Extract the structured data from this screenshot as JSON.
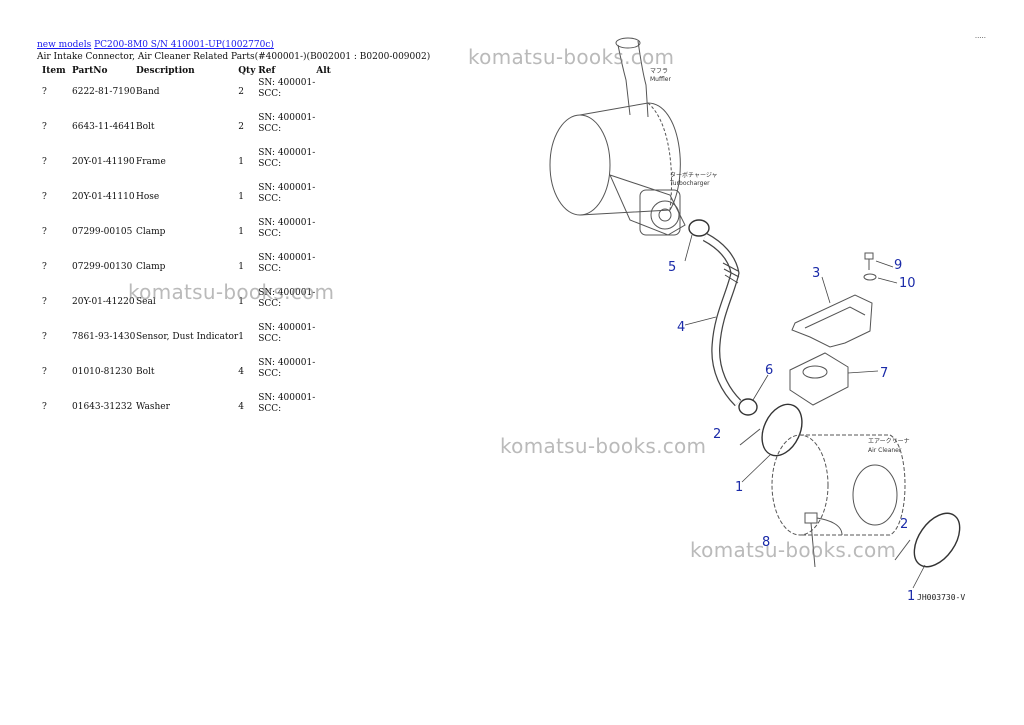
{
  "breadcrumb": {
    "link1": "new models",
    "link2": "PC200-8M0 S/N 410001-UP(1002770c)"
  },
  "subtitle": "Air Intake Connector, Air Cleaner Related Parts(#400001-)(B002001 : B0200-009002)",
  "page_corner": ".....",
  "table": {
    "headers": {
      "item": "Item",
      "partno": "PartNo",
      "description": "Description",
      "qty": "Qty",
      "ref": "Ref",
      "alt": "Alt"
    },
    "rows": [
      {
        "item": "?",
        "partno": "6222-81-7190",
        "description": "Band",
        "qty": "2",
        "ref": "SN: 400001-SCC:",
        "alt": ""
      },
      {
        "item": "?",
        "partno": "6643-11-4641",
        "description": "Bolt",
        "qty": "2",
        "ref": "SN: 400001-SCC:",
        "alt": ""
      },
      {
        "item": "?",
        "partno": "20Y-01-41190",
        "description": "Frame",
        "qty": "1",
        "ref": "SN: 400001-SCC:",
        "alt": ""
      },
      {
        "item": "?",
        "partno": "20Y-01-41110",
        "description": "Hose",
        "qty": "1",
        "ref": "SN: 400001-SCC:",
        "alt": ""
      },
      {
        "item": "?",
        "partno": "07299-00105",
        "description": "Clamp",
        "qty": "1",
        "ref": "SN: 400001-SCC:",
        "alt": ""
      },
      {
        "item": "?",
        "partno": "07299-00130",
        "description": "Clamp",
        "qty": "1",
        "ref": "SN: 400001-SCC:",
        "alt": ""
      },
      {
        "item": "?",
        "partno": "20Y-01-41220",
        "description": "Seal",
        "qty": "1",
        "ref": "SN: 400001-SCC:",
        "alt": ""
      },
      {
        "item": "?",
        "partno": "7861-93-1430",
        "description": "Sensor, Dust Indicator",
        "qty": "1",
        "ref": "SN: 400001-SCC:",
        "alt": ""
      },
      {
        "item": "?",
        "partno": "01010-81230",
        "description": "Bolt",
        "qty": "4",
        "ref": "SN: 400001-SCC:",
        "alt": ""
      },
      {
        "item": "?",
        "partno": "01643-31232",
        "description": "Washer",
        "qty": "4",
        "ref": "SN: 400001-SCC:",
        "alt": ""
      }
    ]
  },
  "watermark": "komatsu-books.com",
  "diagram": {
    "labels": {
      "muffler_jp": "マフラ",
      "muffler_en": "Muffler",
      "turbo_jp": "ターボチャージャ",
      "turbo_en": "Turbocharger",
      "cleaner_jp": "エアークリーナ",
      "cleaner_en": "Air Cleaner"
    },
    "callouts": [
      "9",
      "10",
      "3",
      "5",
      "4",
      "7",
      "6",
      "2",
      "1",
      "8",
      "2",
      "1"
    ],
    "drawing_id": "JH003730-V"
  }
}
